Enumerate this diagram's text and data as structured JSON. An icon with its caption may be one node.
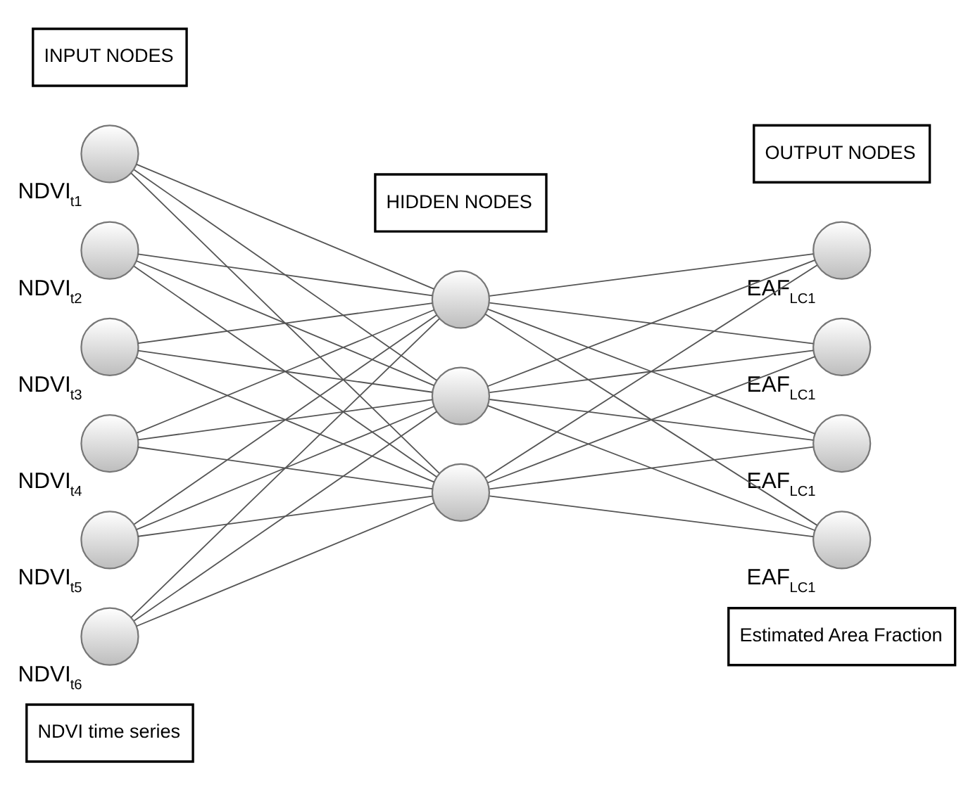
{
  "diagram": {
    "nodes": [
      {
        "text": [
          "INPUT NODES"
        ]
      },
      {
        "text": [
          "HIDDEN NODES"
        ]
      },
      {
        "text": [
          "OUTPUT NODES"
        ]
      },
      {
        "text": [],
        "shape": "circle",
        "beside": [
          "NDVI$_{t1}$"
        ]
      },
      {
        "text": [],
        "shape": "circle",
        "beside": [
          "NDVI$_{t2}$"
        ]
      },
      {
        "text": [],
        "shape": "circle",
        "beside": [
          "NDVI$_{t3}$"
        ]
      },
      {
        "text": [],
        "shape": "circle",
        "beside": [
          "NDVI$_{t4}$"
        ]
      },
      {
        "text": [],
        "shape": "circle",
        "beside": [
          "NDVI$_{t5}$"
        ]
      },
      {
        "text": [],
        "shape": "circle",
        "beside": [
          "NDVI$_{t6}$"
        ]
      },
      {
        "text": [],
        "shape": "circle"
      },
      {
        "text": [],
        "shape": "circle"
      },
      {
        "text": [],
        "shape": "circle"
      },
      {
        "text": [],
        "shape": "circle",
        "beside": [
          "EAF$_{LC1}$"
        ]
      },
      {
        "text": [],
        "shape": "circle",
        "beside": [
          "EAF$_{LC1}$"
        ]
      },
      {
        "text": [],
        "shape": "circle",
        "beside": [
          "EAF$_{LC1}$"
        ]
      },
      {
        "text": [],
        "shape": "circle",
        "beside": [
          "EAF$_{LC1}$"
        ]
      },
      {
        "text": [
          "NDVI time series"
        ]
      },
      {
        "text": [
          "Estimated Area Fraction"
        ]
      }
    ],
    "edges": [
      {
        "from": 3,
        "to": 9,
        "arrow": "none"
      },
      {
        "from": 3,
        "to": 10,
        "arrow": "none"
      },
      {
        "from": 3,
        "to": 11,
        "arrow": "none"
      },
      {
        "from": 4,
        "to": 9,
        "arrow": "none"
      },
      {
        "from": 4,
        "to": 10,
        "arrow": "none"
      },
      {
        "from": 4,
        "to": 11,
        "arrow": "none"
      },
      {
        "from": 5,
        "to": 9,
        "arrow": "none"
      },
      {
        "from": 5,
        "to": 10,
        "arrow": "none"
      },
      {
        "from": 5,
        "to": 11,
        "arrow": "none"
      },
      {
        "from": 6,
        "to": 9,
        "arrow": "none"
      },
      {
        "from": 6,
        "to": 10,
        "arrow": "none"
      },
      {
        "from": 6,
        "to": 11,
        "arrow": "none"
      },
      {
        "from": 7,
        "to": 9,
        "arrow": "none"
      },
      {
        "from": 7,
        "to": 10,
        "arrow": "none"
      },
      {
        "from": 7,
        "to": 11,
        "arrow": "none"
      },
      {
        "from": 8,
        "to": 9,
        "arrow": "none"
      },
      {
        "from": 8,
        "to": 10,
        "arrow": "none"
      },
      {
        "from": 8,
        "to": 11,
        "arrow": "none"
      },
      {
        "from": 9,
        "to": 12,
        "arrow": "none"
      },
      {
        "from": 9,
        "to": 13,
        "arrow": "none"
      },
      {
        "from": 9,
        "to": 14,
        "arrow": "none"
      },
      {
        "from": 9,
        "to": 15,
        "arrow": "none"
      },
      {
        "from": 10,
        "to": 12,
        "arrow": "none"
      },
      {
        "from": 10,
        "to": 13,
        "arrow": "none"
      },
      {
        "from": 10,
        "to": 14,
        "arrow": "none"
      },
      {
        "from": 10,
        "to": 15,
        "arrow": "none"
      },
      {
        "from": 11,
        "to": 12,
        "arrow": "none"
      },
      {
        "from": 11,
        "to": 13,
        "arrow": "none"
      },
      {
        "from": 11,
        "to": 14,
        "arrow": "none"
      },
      {
        "from": 11,
        "to": 15,
        "arrow": "none"
      }
    ]
  }
}
